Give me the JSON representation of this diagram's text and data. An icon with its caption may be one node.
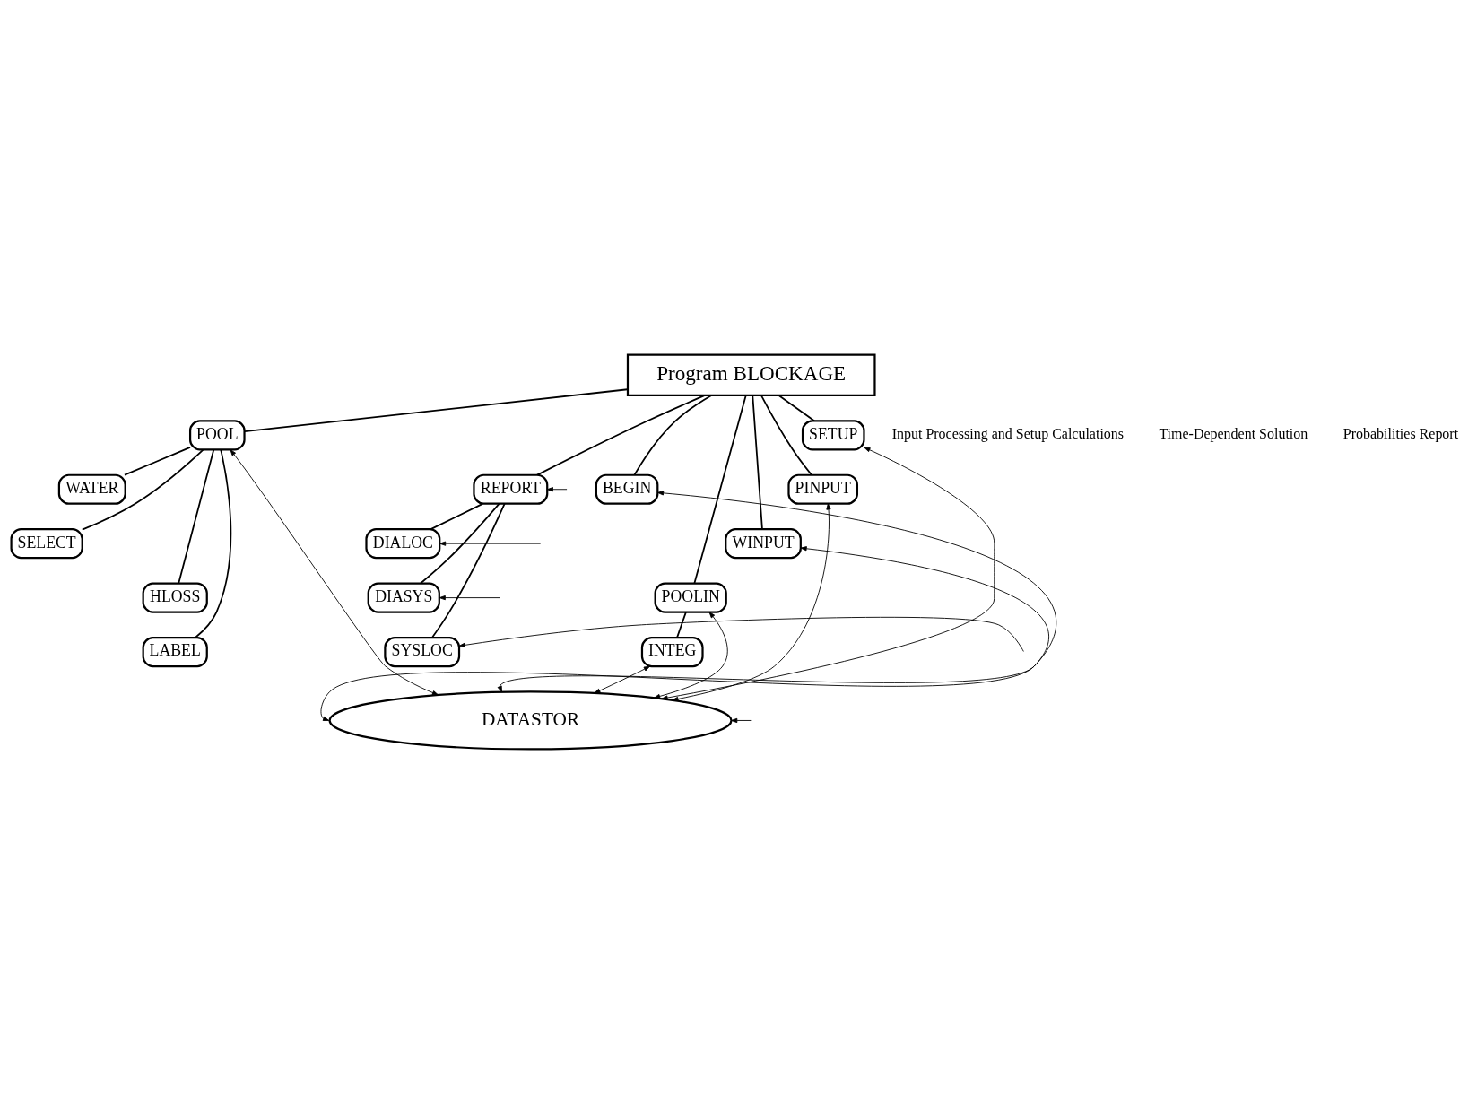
{
  "diagram": {
    "nodes": [
      {
        "text": [
          "Program BLOCKAGE"
        ]
      },
      {
        "text": [
          "BEGIN"
        ]
      },
      {
        "text": [
          "WINPUT"
        ]
      },
      {
        "text": [
          "PINPUT"
        ]
      },
      {
        "text": [
          "POOLIN"
        ]
      },
      {
        "text": [
          "INTEG"
        ]
      },
      {
        "text": [
          "SETUP"
        ]
      },
      {
        "text": [
          "POOL"
        ]
      },
      {
        "text": [
          "WATER"
        ]
      },
      {
        "text": [
          "SELECT"
        ]
      },
      {
        "text": [
          "HLOSS"
        ]
      },
      {
        "text": [
          "LABEL"
        ]
      },
      {
        "text": [
          "REPORT"
        ]
      },
      {
        "text": [
          "DIALOC"
        ]
      },
      {
        "text": [
          "DIASYS"
        ]
      },
      {
        "text": [
          "SYSLOC"
        ]
      },
      {
        "text": [
          "DATASTOR"
        ]
      }
    ],
    "edges": [
      {
        "from": 0,
        "to": 1,
        "arrow": "none"
      },
      {
        "from": 0,
        "to": 2,
        "arrow": "none"
      },
      {
        "from": 0,
        "to": 3,
        "arrow": "none"
      },
      {
        "from": 0,
        "to": 4,
        "arrow": "none"
      },
      {
        "from": 4,
        "to": 5,
        "arrow": "none"
      },
      {
        "from": 0,
        "to": 6,
        "arrow": "none"
      },
      {
        "from": 0,
        "to": 7,
        "arrow": "none"
      },
      {
        "from": 7,
        "to": 8,
        "arrow": "none"
      },
      {
        "from": 7,
        "to": 9,
        "arrow": "none"
      },
      {
        "from": 7,
        "to": 10,
        "arrow": "none"
      },
      {
        "from": 7,
        "to": 11,
        "arrow": "none"
      },
      {
        "from": 0,
        "to": 12,
        "arrow": "none"
      },
      {
        "from": 12,
        "to": 13,
        "arrow": "none"
      },
      {
        "from": 12,
        "to": 14,
        "arrow": "none"
      },
      {
        "from": 12,
        "to": 15,
        "arrow": "none"
      },
      {
        "from": 16,
        "to": 1,
        "arrow": "both"
      },
      {
        "from": 16,
        "to": 2,
        "arrow": "both"
      },
      {
        "from": 16,
        "to": 3,
        "arrow": "both"
      },
      {
        "from": 16,
        "to": 4,
        "arrow": "both"
      },
      {
        "from": 16,
        "to": 5,
        "arrow": "both"
      },
      {
        "from": 16,
        "to": 6,
        "arrow": "both"
      },
      {
        "from": 16,
        "to": 7,
        "arrow": "both"
      },
      {
        "from": null,
        "to": 12,
        "arrow": "to"
      },
      {
        "from": null,
        "to": 13,
        "arrow": "to"
      },
      {
        "from": null,
        "to": 14,
        "arrow": "to"
      },
      {
        "from": null,
        "to": 15,
        "arrow": "to"
      },
      {
        "from": null,
        "to": 16,
        "arrow": "to"
      }
    ],
    "labels": [
      "Input Processing and Setup Calculations",
      "Time-Dependent Solution",
      "Probabilities Report"
    ]
  }
}
